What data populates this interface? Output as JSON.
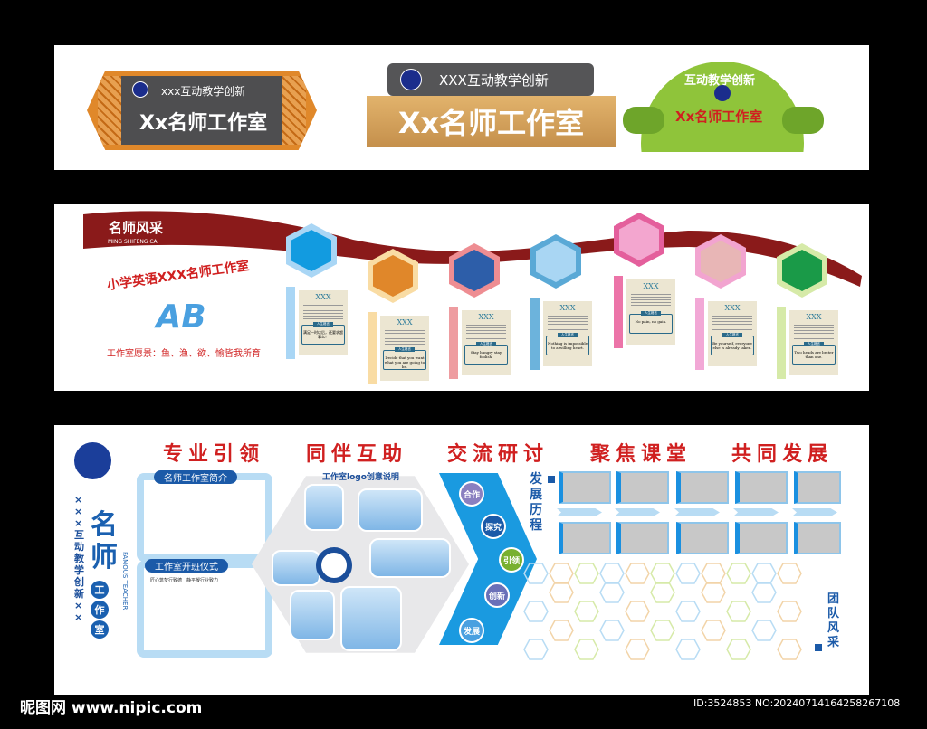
{
  "signs": {
    "left": {
      "top": "xxx互动教学创新",
      "main": "Xx名师工作室"
    },
    "middle": {
      "top": "XXX互动教学创新",
      "main": "Xx名师工作室"
    },
    "right": {
      "top": "互动教学创新",
      "main": "Xx名师工作室"
    }
  },
  "panel2": {
    "banner_title": "名师风采",
    "banner_pinyin": "MING SHIFENG CAI",
    "logo_arc": "小学英语XXX名师工作室",
    "logo_letters": "AB",
    "vision": "工作室愿景：鱼、渔、欲、愉皆我所育",
    "motto_label": "人生格言",
    "cards": [
      {
        "name": "XXX",
        "motto": "满足一时以后，还要求超事么！",
        "hex": "#129be0",
        "ring": "#a9d6f5",
        "bar": "#a9d6f5"
      },
      {
        "name": "XXX",
        "motto": "Decide that you want what you are going to be.",
        "hex": "#e0872a",
        "ring": "#f9dca4",
        "bar": "#f9dca4"
      },
      {
        "name": "XXX",
        "motto": "Stay hungry stay foolish.",
        "hex": "#2d5ea9",
        "ring": "#ee8d92",
        "bar": "#ee9ca0"
      },
      {
        "name": "XXX",
        "motto": "Nothing is impossible to a willing heart.",
        "hex": "#a9d6f3",
        "ring": "#5aa9d6",
        "bar": "#6cb3dc"
      },
      {
        "name": "XXX",
        "motto": "No pain, no gain.",
        "hex": "#f3a6cf",
        "ring": "#e45f9c",
        "bar": "#ec74a8"
      },
      {
        "name": "XXX",
        "motto": "Be yourself, everyone else is already taken.",
        "hex": "#e8b6b6",
        "ring": "#f2a4d0",
        "bar": "#f2a8d6"
      },
      {
        "name": "XXX",
        "motto": "Two heads are better than one.",
        "hex": "#1a9a48",
        "ring": "#d6eaa8",
        "bar": "#d6eaa8"
      }
    ]
  },
  "panel3": {
    "headings": [
      "专业引领",
      "同伴互助",
      "交流研讨",
      "聚焦课堂",
      "共同发展"
    ],
    "side_slogan": "×××互动教学创新××",
    "side_title1": "名",
    "side_title2": "师",
    "side_circles": [
      "工",
      "作",
      "室"
    ],
    "side_en": "FAMOUS TEACHER",
    "box1_title": "名师工作室简介",
    "box2_title": "工作室开班仪式",
    "box2_sub": "匠心筑梦行致德　静平凝行业致力",
    "logo_title": "工作室logo创意说明",
    "chevron_items": [
      "合作",
      "探究",
      "引领",
      "创新",
      "发展"
    ],
    "history_label": "发展历程",
    "team_label": "团队风采"
  },
  "footer": {
    "site": "昵图网 www.nipic.com",
    "id": "ID:3524853 NO:20240714164258267108"
  }
}
